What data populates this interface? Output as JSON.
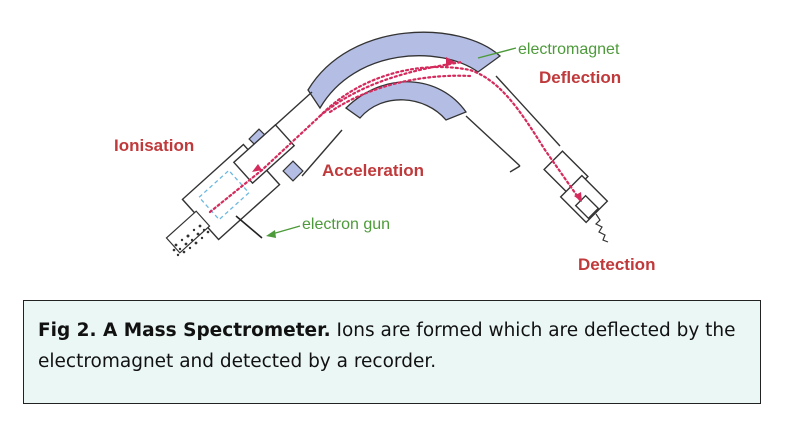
{
  "diagram": {
    "labels": {
      "electromagnet": "electromagnet",
      "deflection": "Deflection",
      "ionisation": "Ionisation",
      "acceleration": "Acceleration",
      "electron_gun": "electron gun",
      "detection": "Detection"
    },
    "colors": {
      "magnet_fill": "#b4bde3",
      "ion_path": "#d42a5c",
      "label_red": "#c0393b",
      "label_green": "#4d9a3a",
      "stroke": "#333333"
    }
  },
  "caption": {
    "title": "Fig 2. A Mass Spectrometer.",
    "text": " Ions are formed which are deflected by the electromagnet and detected by a recorder.",
    "background": "#eaf7f5"
  }
}
